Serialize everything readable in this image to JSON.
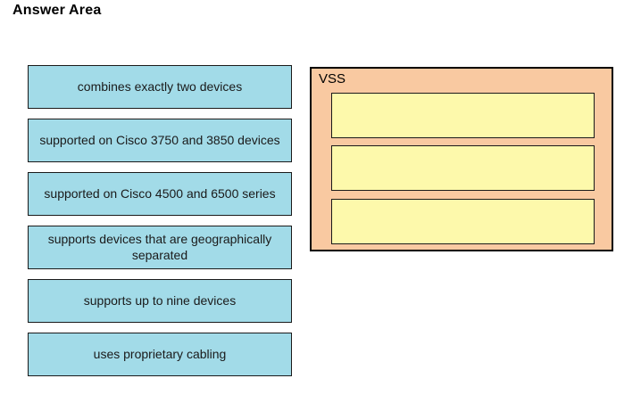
{
  "page": {
    "title": "Answer Area"
  },
  "options": [
    {
      "label": "combines exactly two devices"
    },
    {
      "label": "supported on Cisco 3750 and 3850 devices"
    },
    {
      "label": "supported on Cisco 4500 and 6500 series"
    },
    {
      "label": "supports devices that are geographically separated"
    },
    {
      "label": "supports up to nine devices"
    },
    {
      "label": "uses proprietary cabling"
    }
  ],
  "target": {
    "label": "VSS",
    "slot_count": 3,
    "slot_values": [
      "",
      "",
      ""
    ]
  },
  "colors": {
    "option_fill": "#a2dbe8",
    "target_fill": "#f9c9a1",
    "slot_fill": "#fdf9ab",
    "border": "#000000"
  }
}
